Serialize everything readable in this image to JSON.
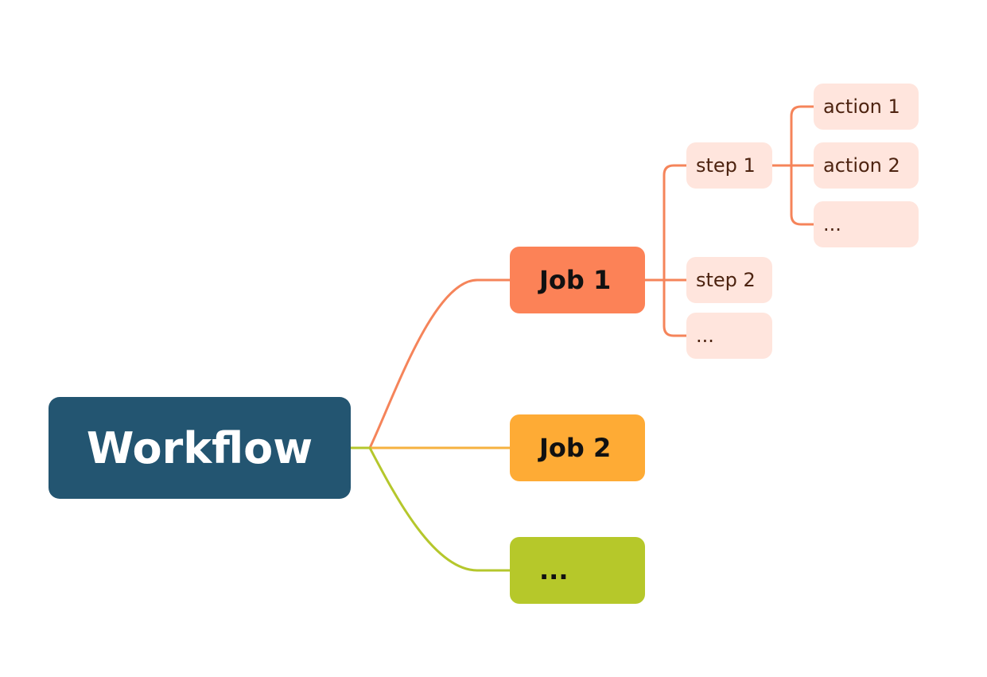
{
  "colors": {
    "root_fill": "#235571",
    "root_text": "#ffffff",
    "job1_fill": "#fc8257",
    "job2_fill": "#feab35",
    "job3_fill": "#b6c82a",
    "job_text": "#111111",
    "sub_fill": "#ffe5dd",
    "sub_text": "#4d2310",
    "orange_link": "#f5845a",
    "yellow_link": "#f6b240",
    "green_link": "#b5c72c"
  },
  "root": {
    "label": "Workflow"
  },
  "jobs": [
    {
      "label": "Job 1"
    },
    {
      "label": "Job 2"
    },
    {
      "label": "..."
    }
  ],
  "steps": [
    {
      "label": "step 1"
    },
    {
      "label": "step 2"
    },
    {
      "label": "..."
    }
  ],
  "actions": [
    {
      "label": "action 1"
    },
    {
      "label": "action 2"
    },
    {
      "label": "..."
    }
  ]
}
